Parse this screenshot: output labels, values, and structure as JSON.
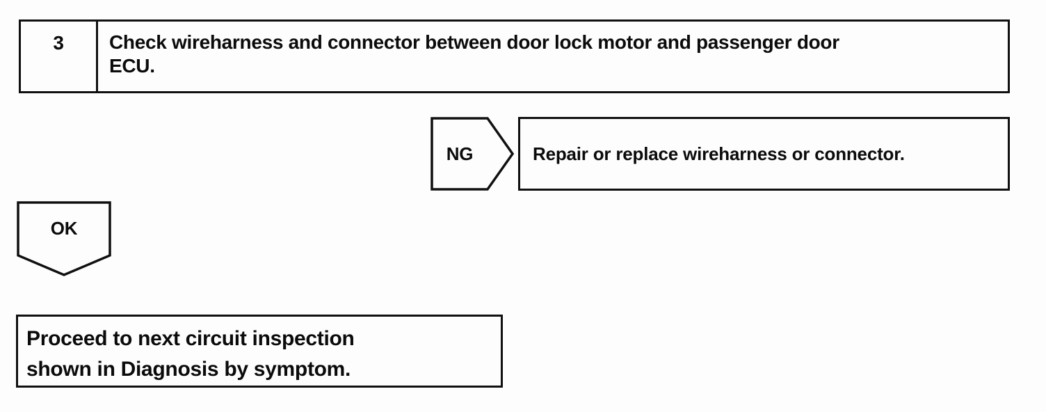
{
  "flowchart": {
    "colors": {
      "ink": "#101010",
      "paper": "#fdfdfd"
    },
    "step": {
      "number": "3",
      "instruction_lines": [
        "Check wireharness and connector between door lock motor and passenger door",
        "ECU."
      ]
    },
    "ng_branch": {
      "label": "NG",
      "action": "Repair or replace wireharness or connector."
    },
    "ok_branch": {
      "label": "OK",
      "result_lines": [
        "Proceed to next circuit inspection",
        "shown in Diagnosis by symptom."
      ]
    }
  }
}
